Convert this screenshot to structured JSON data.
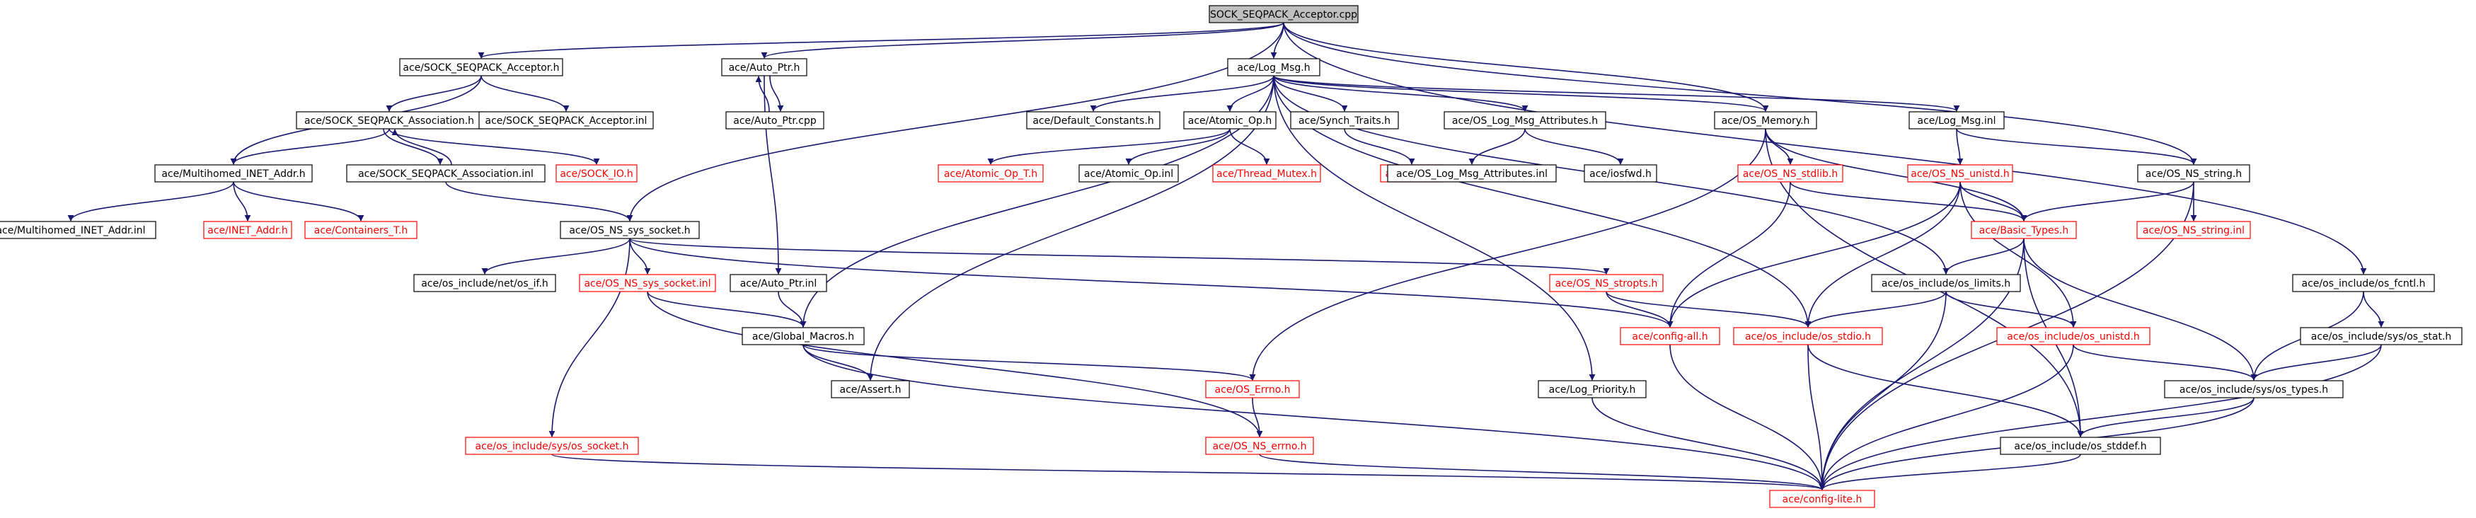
{
  "colors": {
    "edge": "#191970",
    "box_border": "#000000",
    "box_border_missing": "#ff0000",
    "text": "#000000",
    "text_missing": "#ff0000",
    "root_fill": "#bfbfbf"
  },
  "diagram": {
    "type": "include-dependency-graph",
    "nodes": [
      {
        "id": "root",
        "label": "SOCK_SEQPACK_Acceptor.cpp",
        "style": "root"
      },
      {
        "id": "ssa_h",
        "label": "ace/SOCK_SEQPACK_Acceptor.h",
        "style": "normal"
      },
      {
        "id": "autoptr_h",
        "label": "ace/Auto_Ptr.h",
        "style": "normal"
      },
      {
        "id": "logmsg_h",
        "label": "ace/Log_Msg.h",
        "style": "normal"
      },
      {
        "id": "ssassoc_h",
        "label": "ace/SOCK_SEQPACK_Association.h",
        "style": "normal"
      },
      {
        "id": "ssa_inl",
        "label": "ace/SOCK_SEQPACK_Acceptor.inl",
        "style": "normal"
      },
      {
        "id": "autoptr_cpp",
        "label": "ace/Auto_Ptr.cpp",
        "style": "normal"
      },
      {
        "id": "defconst_h",
        "label": "ace/Default_Constants.h",
        "style": "normal"
      },
      {
        "id": "atomic_h",
        "label": "ace/Atomic_Op.h",
        "style": "normal"
      },
      {
        "id": "synch_h",
        "label": "ace/Synch_Traits.h",
        "style": "normal"
      },
      {
        "id": "oslogattr_h",
        "label": "ace/OS_Log_Msg_Attributes.h",
        "style": "normal"
      },
      {
        "id": "osmem_h",
        "label": "ace/OS_Memory.h",
        "style": "normal"
      },
      {
        "id": "logmsg_inl",
        "label": "ace/Log_Msg.inl",
        "style": "normal"
      },
      {
        "id": "mhinet_h",
        "label": "ace/Multihomed_INET_Addr.h",
        "style": "normal"
      },
      {
        "id": "ssassoc_inl",
        "label": "ace/SOCK_SEQPACK_Association.inl",
        "style": "normal"
      },
      {
        "id": "sockio_h",
        "label": "ace/SOCK_IO.h",
        "style": "red"
      },
      {
        "id": "atomicT_h",
        "label": "ace/Atomic_Op_T.h",
        "style": "red"
      },
      {
        "id": "atomic_inl",
        "label": "ace/Atomic_Op.inl",
        "style": "normal"
      },
      {
        "id": "thrmutex_h",
        "label": "ace/Thread_Mutex.h",
        "style": "red"
      },
      {
        "id": "lock_h",
        "label": "ace/Lock.h",
        "style": "red"
      },
      {
        "id": "oslogattr_inl",
        "label": "ace/OS_Log_Msg_Attributes.inl",
        "style": "normal"
      },
      {
        "id": "iosfwd_h",
        "label": "ace/iosfwd.h",
        "style": "normal"
      },
      {
        "id": "osstdlib_h",
        "label": "ace/OS_NS_stdlib.h",
        "style": "red"
      },
      {
        "id": "osunistd_h",
        "label": "ace/OS_NS_unistd.h",
        "style": "red"
      },
      {
        "id": "osstring_h",
        "label": "ace/OS_NS_string.h",
        "style": "normal"
      },
      {
        "id": "mhinet_inl",
        "label": "ace/Multihomed_INET_Addr.inl",
        "style": "normal"
      },
      {
        "id": "inetaddr_h",
        "label": "ace/INET_Addr.h",
        "style": "red"
      },
      {
        "id": "containersT_h",
        "label": "ace/Containers_T.h",
        "style": "red"
      },
      {
        "id": "ossocket_h",
        "label": "ace/OS_NS_sys_socket.h",
        "style": "normal"
      },
      {
        "id": "basictypes_h",
        "label": "ace/Basic_Types.h",
        "style": "red"
      },
      {
        "id": "osstring_inl",
        "label": "ace/OS_NS_string.inl",
        "style": "red"
      },
      {
        "id": "netif_h",
        "label": "ace/os_include/net/os_if.h",
        "style": "normal"
      },
      {
        "id": "ossocket_inl",
        "label": "ace/OS_NS_sys_socket.inl",
        "style": "red"
      },
      {
        "id": "autoptr_inl",
        "label": "ace/Auto_Ptr.inl",
        "style": "normal"
      },
      {
        "id": "osstropts_h",
        "label": "ace/OS_NS_stropts.h",
        "style": "red"
      },
      {
        "id": "oslimits_h",
        "label": "ace/os_include/os_limits.h",
        "style": "normal"
      },
      {
        "id": "osfcntl_h",
        "label": "ace/os_include/os_fcntl.h",
        "style": "normal"
      },
      {
        "id": "globalmacros_h",
        "label": "ace/Global_Macros.h",
        "style": "normal"
      },
      {
        "id": "configall_h",
        "label": "ace/config-all.h",
        "style": "red"
      },
      {
        "id": "osstdio_h",
        "label": "ace/os_include/os_stdio.h",
        "style": "red"
      },
      {
        "id": "osinclunistd_h",
        "label": "ace/os_include/os_unistd.h",
        "style": "red"
      },
      {
        "id": "sysstat_h",
        "label": "ace/os_include/sys/os_stat.h",
        "style": "normal"
      },
      {
        "id": "assert_h",
        "label": "ace/Assert.h",
        "style": "normal"
      },
      {
        "id": "oserrno_h",
        "label": "ace/OS_Errno.h",
        "style": "red"
      },
      {
        "id": "logprio_h",
        "label": "ace/Log_Priority.h",
        "style": "normal"
      },
      {
        "id": "systypes_h",
        "label": "ace/os_include/sys/os_types.h",
        "style": "normal"
      },
      {
        "id": "syssocket_h",
        "label": "ace/os_include/sys/os_socket.h",
        "style": "red"
      },
      {
        "id": "osnserrno_h",
        "label": "ace/OS_NS_errno.h",
        "style": "red"
      },
      {
        "id": "stddef_h",
        "label": "ace/os_include/os_stddef.h",
        "style": "normal"
      },
      {
        "id": "configlite_h",
        "label": "ace/config-lite.h",
        "style": "red"
      }
    ],
    "edges": [
      [
        "root",
        "ssa_h"
      ],
      [
        "root",
        "autoptr_h"
      ],
      [
        "root",
        "logmsg_h"
      ],
      [
        "root",
        "ossocket_h"
      ],
      [
        "root",
        "osmem_h"
      ],
      [
        "root",
        "osstring_h"
      ],
      [
        "root",
        "osfcntl_h"
      ],
      [
        "ssa_h",
        "ssassoc_h"
      ],
      [
        "ssa_h",
        "ssa_inl"
      ],
      [
        "ssa_h",
        "mhinet_h"
      ],
      [
        "autoptr_h",
        "autoptr_cpp"
      ],
      [
        "autoptr_cpp",
        "autoptr_h"
      ],
      [
        "autoptr_h",
        "autoptr_inl"
      ],
      [
        "logmsg_h",
        "defconst_h"
      ],
      [
        "logmsg_h",
        "atomic_h"
      ],
      [
        "logmsg_h",
        "synch_h"
      ],
      [
        "logmsg_h",
        "oslogattr_h"
      ],
      [
        "logmsg_h",
        "osmem_h"
      ],
      [
        "logmsg_h",
        "logmsg_inl"
      ],
      [
        "logmsg_h",
        "globalmacros_h"
      ],
      [
        "logmsg_h",
        "assert_h"
      ],
      [
        "logmsg_h",
        "logprio_h"
      ],
      [
        "logmsg_h",
        "oslimits_h"
      ],
      [
        "logmsg_h",
        "osstdio_h"
      ],
      [
        "ssassoc_h",
        "mhinet_h"
      ],
      [
        "ssassoc_h",
        "ssassoc_inl"
      ],
      [
        "ssassoc_inl",
        "ssassoc_h"
      ],
      [
        "ssassoc_h",
        "sockio_h"
      ],
      [
        "ssassoc_inl",
        "ossocket_h"
      ],
      [
        "atomic_h",
        "atomicT_h"
      ],
      [
        "atomic_h",
        "atomic_inl"
      ],
      [
        "atomic_h",
        "thrmutex_h"
      ],
      [
        "synch_h",
        "lock_h"
      ],
      [
        "oslogattr_h",
        "oslogattr_inl"
      ],
      [
        "oslogattr_h",
        "iosfwd_h"
      ],
      [
        "osmem_h",
        "osstdlib_h"
      ],
      [
        "osmem_h",
        "basictypes_h"
      ],
      [
        "osmem_h",
        "oserrno_h"
      ],
      [
        "osmem_h",
        "stddef_h"
      ],
      [
        "logmsg_inl",
        "osunistd_h"
      ],
      [
        "logmsg_inl",
        "osstring_h"
      ],
      [
        "mhinet_h",
        "mhinet_inl"
      ],
      [
        "mhinet_h",
        "inetaddr_h"
      ],
      [
        "mhinet_h",
        "containersT_h"
      ],
      [
        "osstdlib_h",
        "basictypes_h"
      ],
      [
        "osstdlib_h",
        "configall_h"
      ],
      [
        "osunistd_h",
        "basictypes_h"
      ],
      [
        "osunistd_h",
        "osinclunistd_h"
      ],
      [
        "osunistd_h",
        "configall_h"
      ],
      [
        "osunistd_h",
        "osstdio_h"
      ],
      [
        "osstring_h",
        "basictypes_h"
      ],
      [
        "osstring_h",
        "osstring_inl"
      ],
      [
        "osstring_h",
        "configlite_h"
      ],
      [
        "ossocket_h",
        "netif_h"
      ],
      [
        "ossocket_h",
        "ossocket_inl"
      ],
      [
        "ossocket_h",
        "syssocket_h"
      ],
      [
        "ossocket_h",
        "osstropts_h"
      ],
      [
        "ossocket_h",
        "configall_h"
      ],
      [
        "ossocket_inl",
        "globalmacros_h"
      ],
      [
        "ossocket_inl",
        "osnserrno_h"
      ],
      [
        "autoptr_inl",
        "globalmacros_h"
      ],
      [
        "basictypes_h",
        "oslimits_h"
      ],
      [
        "basictypes_h",
        "systypes_h"
      ],
      [
        "basictypes_h",
        "stddef_h"
      ],
      [
        "basictypes_h",
        "configlite_h"
      ],
      [
        "osstropts_h",
        "configall_h"
      ],
      [
        "osstropts_h",
        "osstdio_h"
      ],
      [
        "oslimits_h",
        "osinclunistd_h"
      ],
      [
        "oslimits_h",
        "osstdio_h"
      ],
      [
        "oslimits_h",
        "configlite_h"
      ],
      [
        "osfcntl_h",
        "sysstat_h"
      ],
      [
        "osfcntl_h",
        "systypes_h"
      ],
      [
        "globalmacros_h",
        "assert_h"
      ],
      [
        "globalmacros_h",
        "oserrno_h"
      ],
      [
        "globalmacros_h",
        "configlite_h"
      ],
      [
        "configall_h",
        "configlite_h"
      ],
      [
        "osstdio_h",
        "stddef_h"
      ],
      [
        "osstdio_h",
        "configlite_h"
      ],
      [
        "osinclunistd_h",
        "systypes_h"
      ],
      [
        "osinclunistd_h",
        "configlite_h"
      ],
      [
        "sysstat_h",
        "systypes_h"
      ],
      [
        "sysstat_h",
        "configlite_h"
      ],
      [
        "oserrno_h",
        "osnserrno_h"
      ],
      [
        "logprio_h",
        "configlite_h"
      ],
      [
        "systypes_h",
        "stddef_h"
      ],
      [
        "systypes_h",
        "configlite_h"
      ],
      [
        "syssocket_h",
        "configlite_h"
      ],
      [
        "osnserrno_h",
        "configlite_h"
      ],
      [
        "stddef_h",
        "configlite_h"
      ]
    ]
  }
}
